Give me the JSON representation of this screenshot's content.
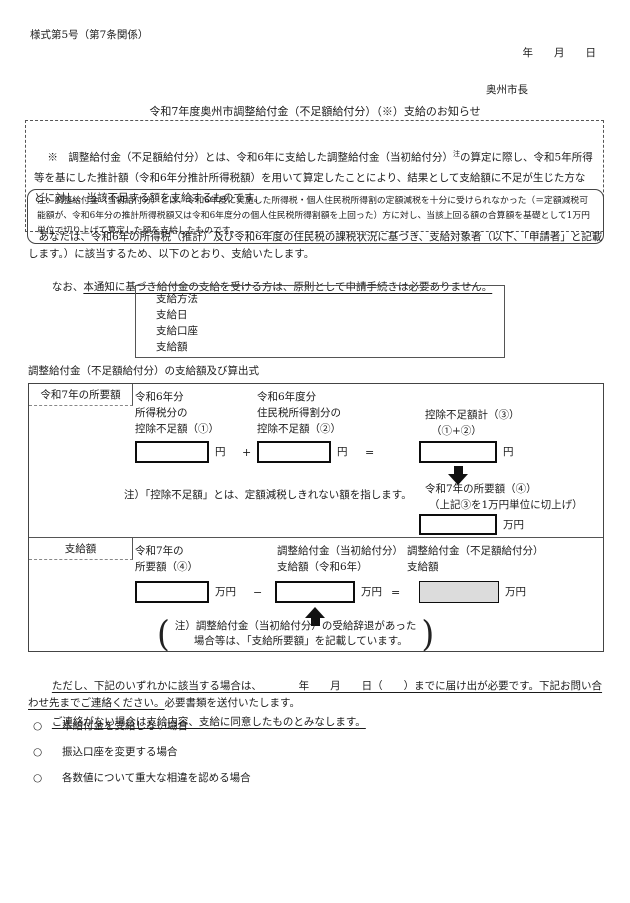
{
  "header": {
    "form_number": "様式第5号（第7条関係）",
    "date_line": "年　　月　　日",
    "addressee": "奥州市長",
    "title": "令和7年度奥州市調整給付金（不足額給付分）（※）支給のお知らせ"
  },
  "intro": {
    "summary_part1": "※　調整給付金（不足額給付分）とは、令和6年に支給した調整給付金（当初給付分）",
    "summary_sup": "注",
    "summary_part2": "の算定に際し、令和5年所得等を基にした推計額（令和6年分推計所得税額）を用いて算定したことにより、結果として支給額に不足が生じた方などに対し、当該不足する額を支給するものです。",
    "note_box": "注：調整給付金（当初給付分）とは、令和6年度に実施した所得税・個人住民税所得割の定額減税を十分に受けられなかった（＝定額減税可能額が、令和6年分の推計所得税額又は令和6年度分の個人住民税所得割額を上回った）方に対し、当該上回る額の合算額を基礎として1万円単位で切り上げて算定した額を支給したものです。"
  },
  "body": {
    "paragraph": "　あなたは、令和6年の所得税（推計）及び令和6年度の住民税の課税状況に基づき、支給対象者（以下、「申請者」と記載します。）に該当するため、以下のとおり、支給いたします。",
    "nao_prefix": "　なお、",
    "nao_underlined": "本通知に基づき給付金の支給を受ける方は、原則として申請手続きは必要ありません。"
  },
  "payment_box": {
    "items": [
      "支給方法",
      "支給日",
      "支給口座",
      "支給額"
    ]
  },
  "calc": {
    "section_title": "調整給付金（不足額給付分）の支給額及び算出式",
    "units": {
      "yen": "円",
      "man_yen": "万円"
    },
    "ops": {
      "plus": "+",
      "equals": "=",
      "minus": "−"
    },
    "row1": {
      "label": "令和7年の所要額",
      "col1": [
        "令和6年分",
        "所得税分の",
        "控除不足額（①）"
      ],
      "col2": [
        "令和6年度分",
        "住民税所得割分の",
        "控除不足額（②）"
      ],
      "col3": [
        "控除不足額計（③）",
        "（①+②）"
      ],
      "note": "注）「控除不足額」とは、定額減税しきれない額を指します。",
      "result_label1": "令和7年の所要額（④）",
      "result_label2": "（上記③を1万円単位に切上げ）"
    },
    "row2": {
      "label": "支給額",
      "col1": [
        "令和7年の",
        "所要額（④）"
      ],
      "col2": [
        "調整給付金（当初給付分）",
        "支給額（令和6年）"
      ],
      "col3": [
        "調整給付金（不足額給付分）",
        "支給額"
      ],
      "paren_open": "(",
      "paren_close": ")",
      "note_line1": "注）調整給付金（当初給付分）の受給辞退があった",
      "note_line2": "場合等は、「支給所要額」を記載しています。"
    }
  },
  "footer": {
    "indent": "　",
    "tadashi_underlined": "ただし、下記のいずれかに該当する場合は、　　　　年　　月　　日（　　）までに届け出が必要です。下記お問い合わせ先までご連絡ください。",
    "tadashi_plain": "必要書類を送付いたします。",
    "goren_underlined": "ご連絡がない場合は支給内容、支給に同意したものとみなします。",
    "bullet": "○",
    "items": [
      "本給付金を受給しない場合",
      "振込口座を変更する場合",
      "各数値について重大な相違を認める場合"
    ]
  },
  "colors": {
    "shaded_field": "#dcdcdc",
    "text": "#1a1a1a"
  }
}
